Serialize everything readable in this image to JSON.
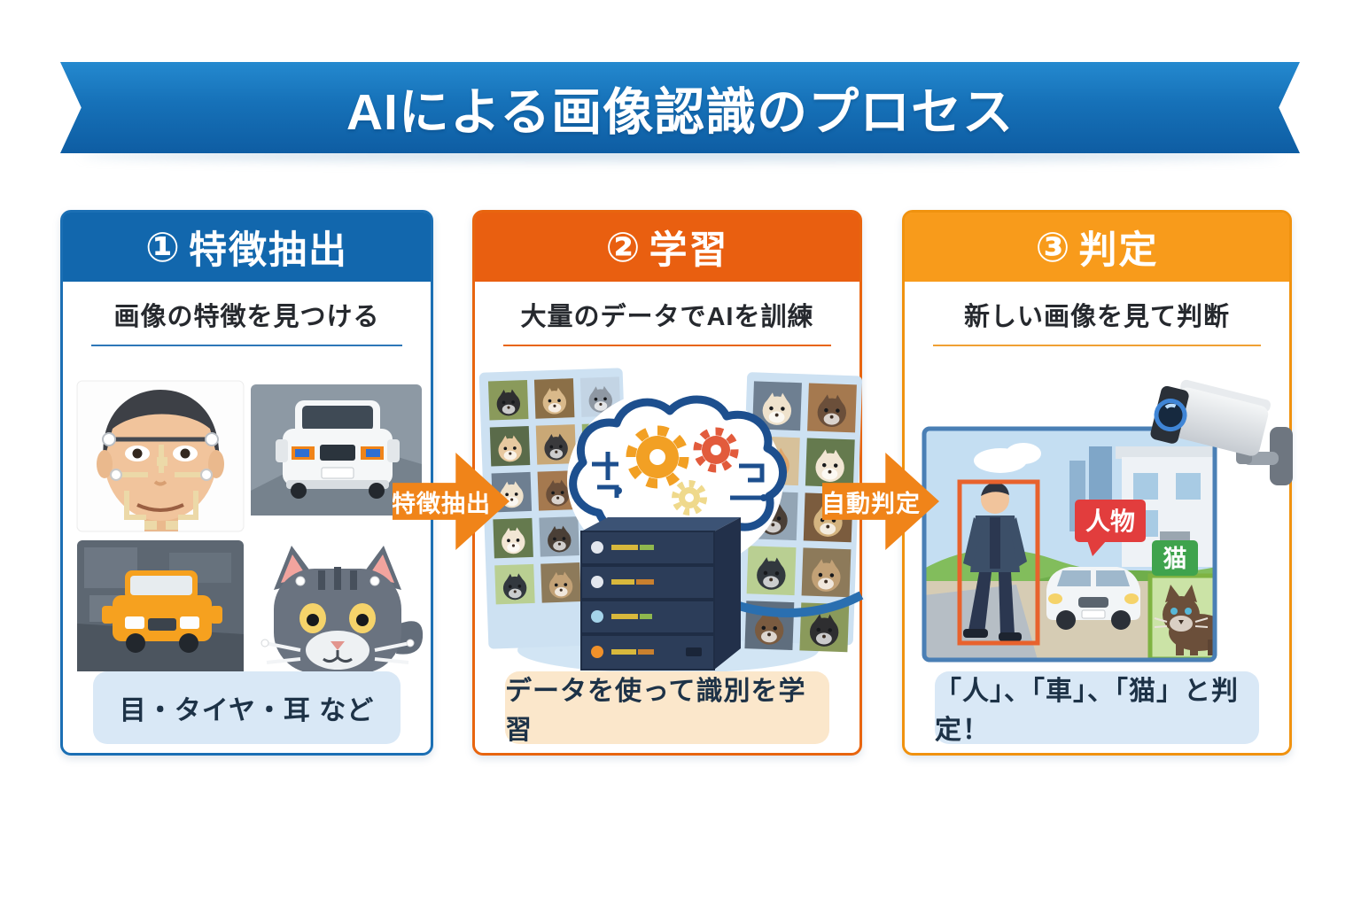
{
  "title": "AIによる画像認識のプロセス",
  "colors": {
    "banner_blue": "#1470B8",
    "step1_blue": "#1267AD",
    "step2_orange": "#E95F10",
    "step3_amber": "#F89B1B",
    "arrow_orange": "#F08419",
    "pill_blue": "#D9E8F6",
    "pill_cream": "#FBE7CB"
  },
  "panels": [
    {
      "number": "①",
      "title": "特徴抽出",
      "subtitle": "画像の特徴を見つける",
      "caption": "目・タイヤ・耳 など"
    },
    {
      "number": "②",
      "title": "学習",
      "subtitle": "大量のデータでAIを訓練",
      "caption": "データを使って識別を学習"
    },
    {
      "number": "③",
      "title": "判定",
      "subtitle": "新しい画像を見て判断",
      "caption": "「人」、「車」、「猫」と判定！"
    }
  ],
  "arrows": [
    {
      "label": "特徴抽出"
    },
    {
      "label": "自動判定"
    }
  ],
  "detection_tags": {
    "person": "人物",
    "cat": "猫"
  }
}
